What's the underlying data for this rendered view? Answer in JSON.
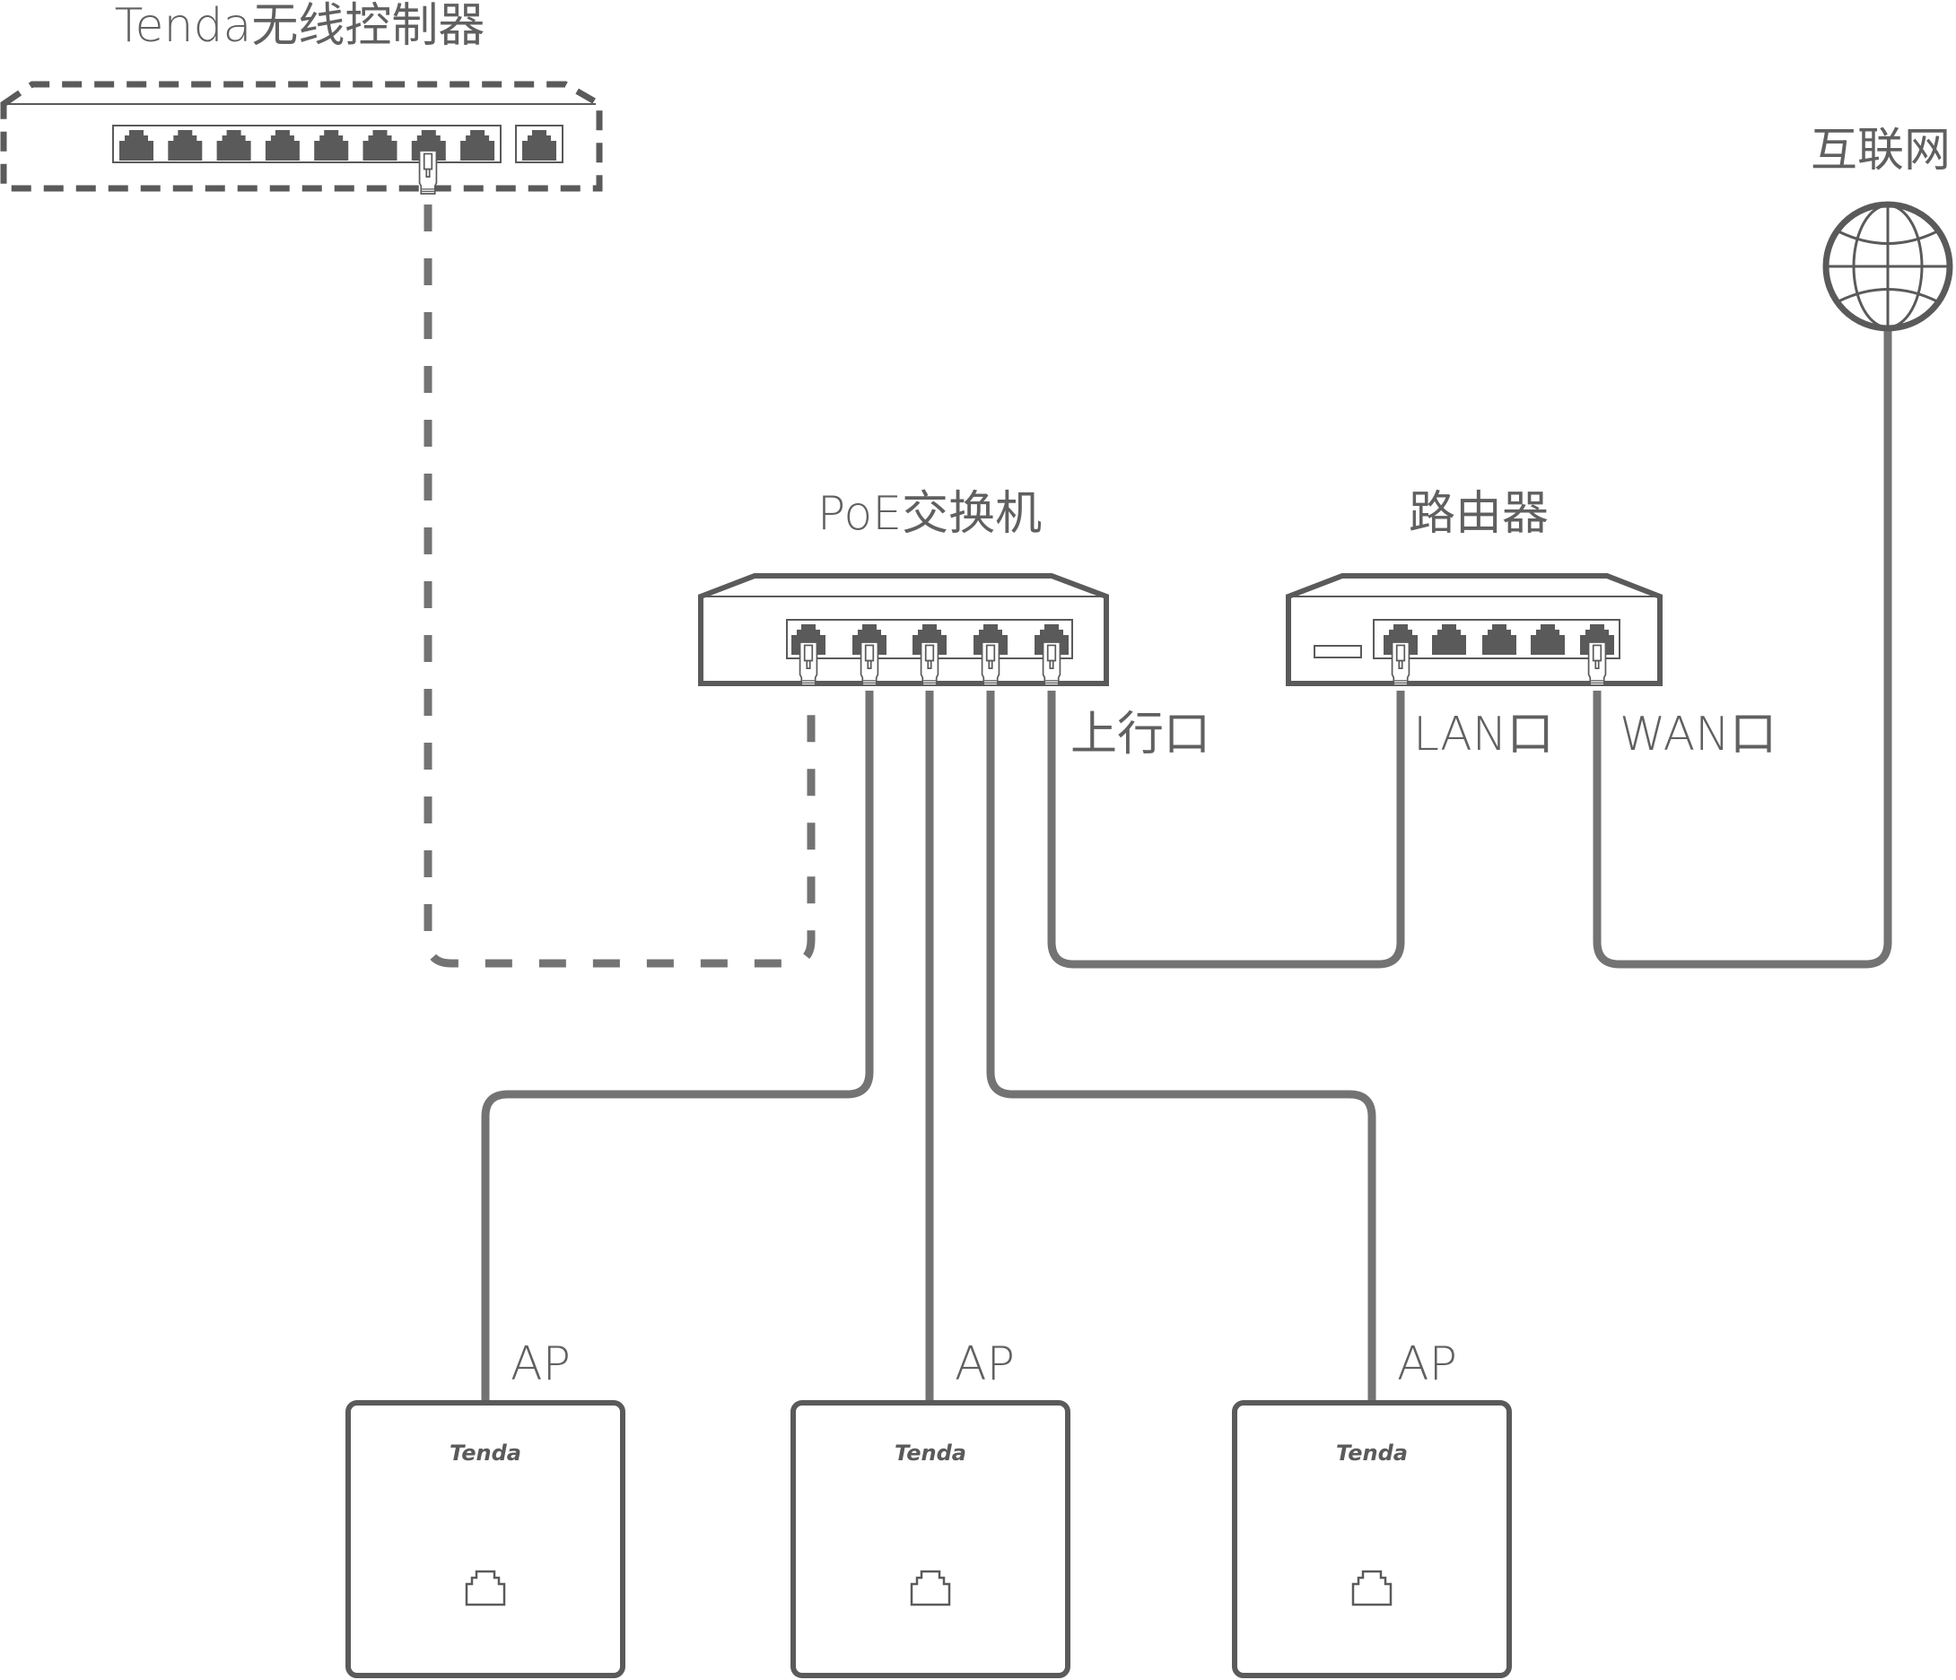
{
  "diagram": {
    "title": "Tenda AP network topology",
    "colors": {
      "stroke": "#5a5a5a",
      "cable": "#737373",
      "text": "#606060",
      "background": "#ffffff"
    },
    "controller": {
      "label": "Tenda无线控制器",
      "ports": 8,
      "extra_ports": 1,
      "connected_port_index": 7,
      "style": "dashed-optional"
    },
    "poe_switch": {
      "label": "PoE交换机",
      "ports": 5,
      "uplink_label": "上行口"
    },
    "router": {
      "label": "路由器",
      "ports": 5,
      "lan_label": "LAN口",
      "wan_label": "WAN口"
    },
    "internet": {
      "label": "互联网",
      "icon": "globe-icon"
    },
    "aps": [
      {
        "label": "AP",
        "brand": "Tenda",
        "icon": "ethernet-port-icon"
      },
      {
        "label": "AP",
        "brand": "Tenda",
        "icon": "ethernet-port-icon"
      },
      {
        "label": "AP",
        "brand": "Tenda",
        "icon": "ethernet-port-icon"
      }
    ],
    "links": [
      {
        "from": "controller",
        "to": "poe_switch port 1",
        "style": "dashed"
      },
      {
        "from": "poe_switch port 2",
        "to": "AP 1",
        "style": "solid"
      },
      {
        "from": "poe_switch port 3",
        "to": "AP 2",
        "style": "solid"
      },
      {
        "from": "poe_switch port 4",
        "to": "AP 3",
        "style": "solid"
      },
      {
        "from": "poe_switch 上行口",
        "to": "router LAN口",
        "style": "solid"
      },
      {
        "from": "router WAN口",
        "to": "互联网",
        "style": "solid"
      }
    ]
  }
}
